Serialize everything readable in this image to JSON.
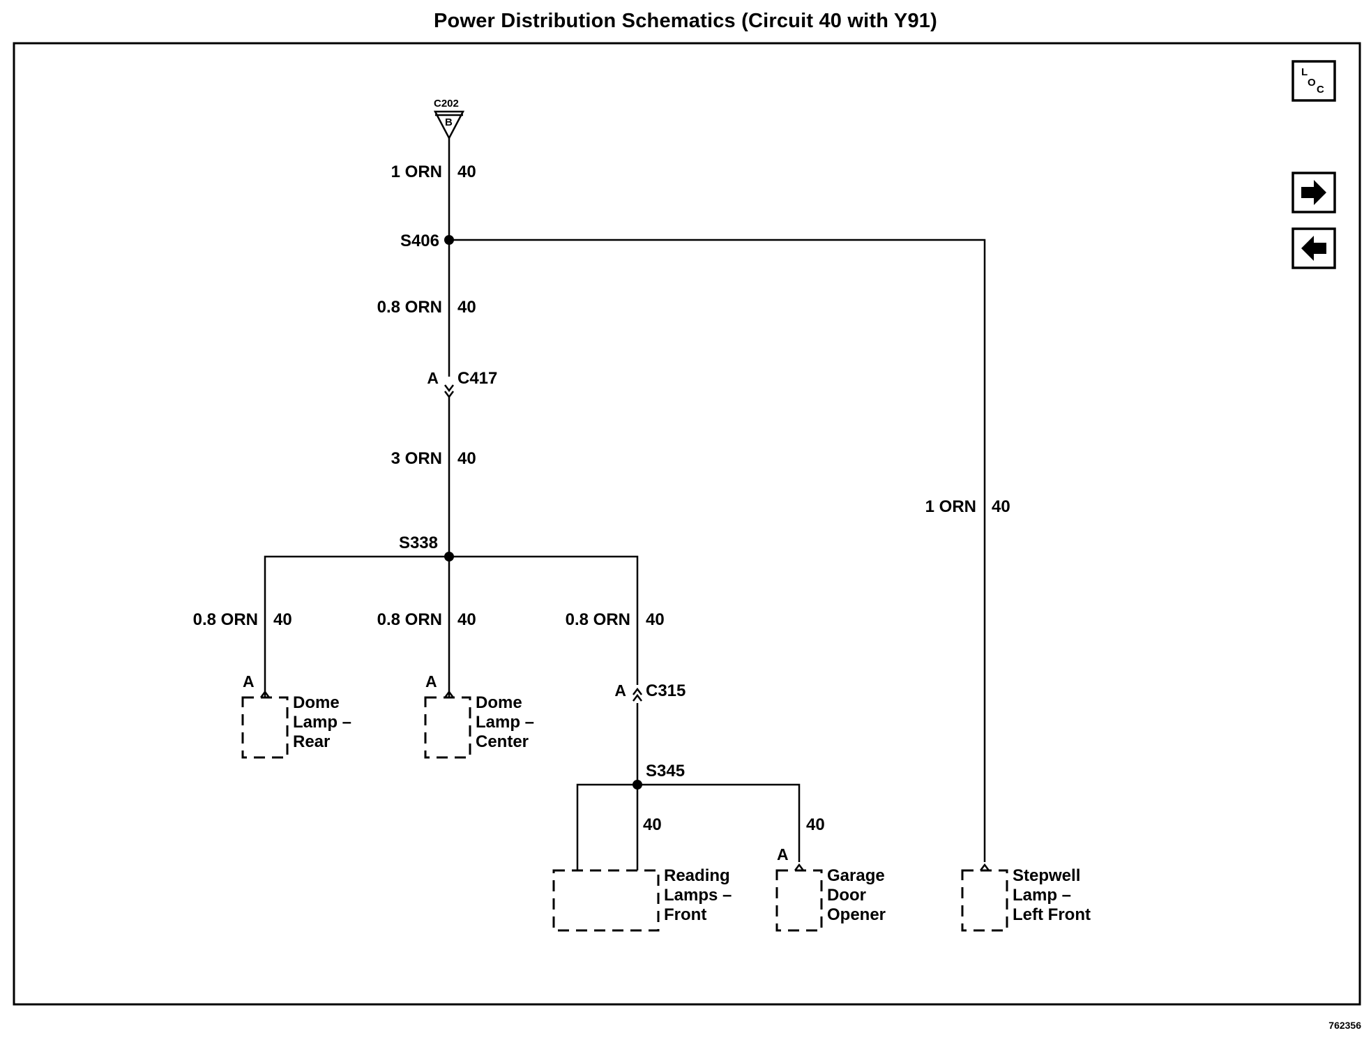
{
  "title": "Power Distribution Schematics (Circuit 40 with Y91)",
  "document_id": "762356",
  "nav": {
    "loc_label_l": "L",
    "loc_label_o": "O",
    "loc_label_c": "C",
    "next_icon": "right-arrow-icon",
    "prev_icon": "left-arrow-icon"
  },
  "connectors": {
    "c202_name": "C202",
    "c202_pin": "B",
    "c417_name": "C417",
    "c417_pin": "A",
    "c315_name": "C315",
    "c315_pin": "A"
  },
  "splices": {
    "s406": "S406",
    "s338": "S338",
    "s345": "S345"
  },
  "wires": {
    "c202_to_s406": {
      "size": "1 ORN",
      "circuit": "40"
    },
    "s406_to_c417": {
      "size": "0.8 ORN",
      "circuit": "40"
    },
    "c417_to_s338": {
      "size": "3 ORN",
      "circuit": "40"
    },
    "s406_to_stepwell": {
      "size": "1 ORN",
      "circuit": "40"
    },
    "s338_to_dome_rear": {
      "size": "0.8 ORN",
      "circuit": "40"
    },
    "s338_to_dome_center": {
      "size": "0.8 ORN",
      "circuit": "40"
    },
    "s338_to_c315": {
      "size": "0.8 ORN",
      "circuit": "40"
    },
    "s345_to_reading": {
      "circuit": "40"
    },
    "s345_to_garage": {
      "circuit": "40"
    }
  },
  "components": {
    "dome_rear": {
      "pin": "A",
      "line1": "Dome",
      "line2": "Lamp –",
      "line3": "Rear"
    },
    "dome_center": {
      "pin": "A",
      "line1": "Dome",
      "line2": "Lamp –",
      "line3": "Center"
    },
    "reading_front": {
      "line1": "Reading",
      "line2": "Lamps –",
      "line3": "Front"
    },
    "garage_opener": {
      "pin": "A",
      "line1": "Garage",
      "line2": "Door",
      "line3": "Opener"
    },
    "stepwell_lf": {
      "line1": "Stepwell",
      "line2": "Lamp –",
      "line3": "Left Front"
    }
  }
}
